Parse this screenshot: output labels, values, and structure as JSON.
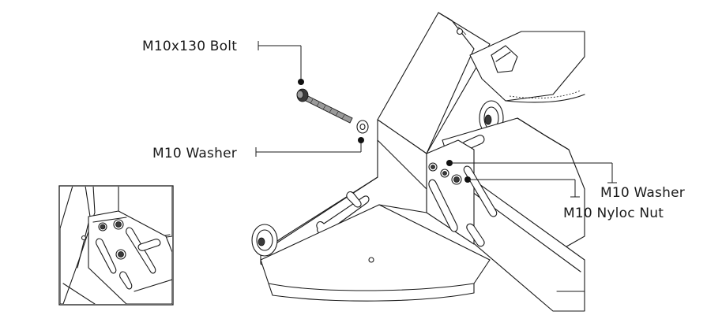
{
  "callouts": {
    "bolt": "M10x130 Bolt",
    "washer_left": "M10 Washer",
    "washer_right": "M10 Washer",
    "nyloc_nut": "M10 Nyloc Nut"
  },
  "colors": {
    "line": "#1a1a1a",
    "background": "#ffffff",
    "hardware_fill": "#3a3a3a"
  }
}
